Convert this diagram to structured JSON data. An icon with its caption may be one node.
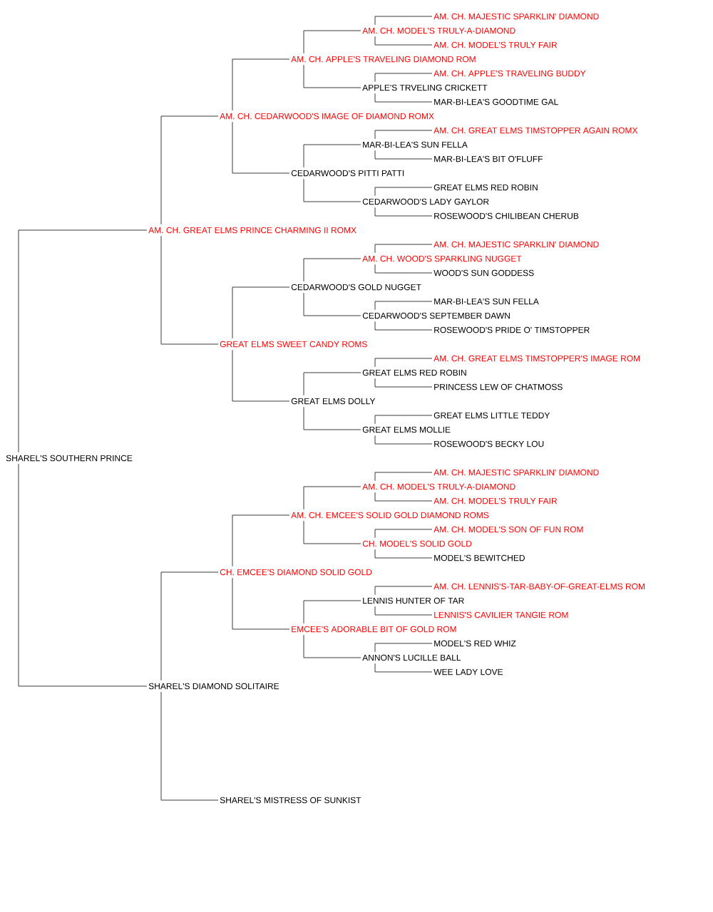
{
  "diagram": {
    "nodes": [
      {
        "text": [
          "AM. CH. MAJESTIC SPARKLIN' DIAMOND"
        ]
      },
      {
        "text": [
          "AM. CH. MODEL'S TRULY-A-DIAMOND"
        ]
      },
      {
        "text": [
          "AM. CH. MODEL'S TRULY FAIR"
        ]
      },
      {
        "text": [
          "AM. CH. APPLE'S TRAVELING DIAMOND ROM"
        ]
      },
      {
        "text": [
          "AM. CH. APPLE'S TRAVELING BUDDY"
        ]
      },
      {
        "text": [
          "APPLE'S TRVELING CRICKETT"
        ]
      },
      {
        "text": [
          "MAR-BI-LEA'S GOODTIME GAL"
        ]
      },
      {
        "text": [
          "AM. CH. CEDARWOOD'S IMAGE OF DIAMOND ROMX"
        ]
      },
      {
        "text": [
          "AM. CH. GREAT ELMS TIMSTOPPER AGAIN ROMX"
        ]
      },
      {
        "text": [
          "MAR-BI-LEA'S SUN FELLA"
        ]
      },
      {
        "text": [
          "MAR-BI-LEA'S BIT O'FLUFF"
        ]
      },
      {
        "text": [
          "CEDARWOOD'S PITTI PATTI"
        ]
      },
      {
        "text": [
          "GREAT ELMS RED ROBIN"
        ]
      },
      {
        "text": [
          "CEDARWOOD'S LADY GAYLOR"
        ]
      },
      {
        "text": [
          "ROSEWOOD'S CHILIBEAN CHERUB"
        ]
      },
      {
        "text": [
          "AM. CH. GREAT ELMS PRINCE CHARMING II ROMX"
        ]
      },
      {
        "text": [
          "AM. CH. MAJESTIC SPARKLIN' DIAMOND"
        ]
      },
      {
        "text": [
          "AM. CH. WOOD'S SPARKLING NUGGET"
        ]
      },
      {
        "text": [
          "WOOD'S SUN GODDESS"
        ]
      },
      {
        "text": [
          "CEDARWOOD'S GOLD NUGGET"
        ]
      },
      {
        "text": [
          "MAR-BI-LEA'S SUN FELLA"
        ]
      },
      {
        "text": [
          "CEDARWOOD'S SEPTEMBER DAWN"
        ]
      },
      {
        "text": [
          "ROSEWOOD'S PRIDE O' TIMSTOPPER"
        ]
      },
      {
        "text": [
          "GREAT ELMS SWEET CANDY ROMS"
        ]
      },
      {
        "text": [
          "AM. CH. GREAT ELMS TIMSTOPPER'S IMAGE ROM"
        ]
      },
      {
        "text": [
          "GREAT ELMS RED ROBIN"
        ]
      },
      {
        "text": [
          "PRINCESS LEW OF CHATMOSS"
        ]
      },
      {
        "text": [
          "GREAT ELMS DOLLY"
        ]
      },
      {
        "text": [
          "GREAT ELMS LITTLE TEDDY"
        ]
      },
      {
        "text": [
          "GREAT ELMS MOLLIE"
        ]
      },
      {
        "text": [
          "ROSEWOOD'S BECKY LOU"
        ]
      },
      {
        "text": [
          "SHAREL'S SOUTHERN PRINCE"
        ]
      },
      {
        "text": [
          "AM. CH. MAJESTIC SPARKLIN' DIAMOND"
        ]
      },
      {
        "text": [
          "AM. CH. MODEL'S TRULY-A-DIAMOND"
        ]
      },
      {
        "text": [
          "AM. CH. MODEL'S TRULY FAIR"
        ]
      },
      {
        "text": [
          "AM. CH. EMCEE'S SOLID GOLD DIAMOND ROMS"
        ]
      },
      {
        "text": [
          "AM. CH. MODEL'S SON OF FUN ROM"
        ]
      },
      {
        "text": [
          "CH. MODEL'S SOLID GOLD"
        ]
      },
      {
        "text": [
          "MODEL'S BEWITCHED"
        ]
      },
      {
        "text": [
          "CH. EMCEE'S DIAMOND SOLID GOLD"
        ]
      },
      {
        "text": [
          "AM. CH. LENNIS'S-TAR-BABY-OF-GREAT-ELMS ROM"
        ]
      },
      {
        "text": [
          "LENNIS HUNTER OF TAR"
        ]
      },
      {
        "text": [
          "LENNIS'S CAVILIER TANGIE ROM"
        ]
      },
      {
        "text": [
          "EMCEE'S ADORABLE BIT OF GOLD ROM"
        ]
      },
      {
        "text": [
          "MODEL'S RED WHIZ"
        ]
      },
      {
        "text": [
          "ANNON'S LUCILLE BALL"
        ]
      },
      {
        "text": [
          "WEE LADY LOVE"
        ]
      },
      {
        "text": [
          "SHAREL'S DIAMOND SOLITAIRE"
        ]
      },
      {
        "text": [
          "SHAREL'S MISTRESS OF SUNKIST"
        ]
      }
    ],
    "edges": [
      {
        "from": 31,
        "to": 15,
        "arrow": "none"
      },
      {
        "from": 31,
        "to": 47,
        "arrow": "none"
      },
      {
        "from": 15,
        "to": 7,
        "arrow": "none"
      },
      {
        "from": 15,
        "to": 23,
        "arrow": "none"
      },
      {
        "from": 47,
        "to": 39,
        "arrow": "none"
      },
      {
        "from": 47,
        "to": 48,
        "arrow": "none"
      },
      {
        "from": 7,
        "to": 3,
        "arrow": "none"
      },
      {
        "from": 7,
        "to": 11,
        "arrow": "none"
      },
      {
        "from": 23,
        "to": 19,
        "arrow": "none"
      },
      {
        "from": 23,
        "to": 27,
        "arrow": "none"
      },
      {
        "from": 39,
        "to": 35,
        "arrow": "none"
      },
      {
        "from": 39,
        "to": 43,
        "arrow": "none"
      },
      {
        "from": 3,
        "to": 1,
        "arrow": "none"
      },
      {
        "from": 3,
        "to": 5,
        "arrow": "none"
      },
      {
        "from": 11,
        "to": 9,
        "arrow": "none"
      },
      {
        "from": 11,
        "to": 13,
        "arrow": "none"
      },
      {
        "from": 19,
        "to": 17,
        "arrow": "none"
      },
      {
        "from": 19,
        "to": 21,
        "arrow": "none"
      },
      {
        "from": 27,
        "to": 25,
        "arrow": "none"
      },
      {
        "from": 27,
        "to": 29,
        "arrow": "none"
      },
      {
        "from": 35,
        "to": 33,
        "arrow": "none"
      },
      {
        "from": 35,
        "to": 37,
        "arrow": "none"
      },
      {
        "from": 43,
        "to": 41,
        "arrow": "none"
      },
      {
        "from": 43,
        "to": 45,
        "arrow": "none"
      },
      {
        "from": 1,
        "to": 0,
        "arrow": "none"
      },
      {
        "from": 1,
        "to": 2,
        "arrow": "none"
      },
      {
        "from": 5,
        "to": 4,
        "arrow": "none"
      },
      {
        "from": 5,
        "to": 6,
        "arrow": "none"
      },
      {
        "from": 9,
        "to": 8,
        "arrow": "none"
      },
      {
        "from": 9,
        "to": 10,
        "arrow": "none"
      },
      {
        "from": 13,
        "to": 12,
        "arrow": "none"
      },
      {
        "from": 13,
        "to": 14,
        "arrow": "none"
      },
      {
        "from": 17,
        "to": 16,
        "arrow": "none"
      },
      {
        "from": 17,
        "to": 18,
        "arrow": "none"
      },
      {
        "from": 21,
        "to": 20,
        "arrow": "none"
      },
      {
        "from": 21,
        "to": 22,
        "arrow": "none"
      },
      {
        "from": 25,
        "to": 24,
        "arrow": "none"
      },
      {
        "from": 25,
        "to": 26,
        "arrow": "none"
      },
      {
        "from": 29,
        "to": 28,
        "arrow": "none"
      },
      {
        "from": 29,
        "to": 30,
        "arrow": "none"
      },
      {
        "from": 33,
        "to": 32,
        "arrow": "none"
      },
      {
        "from": 33,
        "to": 34,
        "arrow": "none"
      },
      {
        "from": 37,
        "to": 36,
        "arrow": "none"
      },
      {
        "from": 37,
        "to": 38,
        "arrow": "none"
      },
      {
        "from": 41,
        "to": 40,
        "arrow": "none"
      },
      {
        "from": 41,
        "to": 42,
        "arrow": "none"
      },
      {
        "from": 45,
        "to": 44,
        "arrow": "none"
      },
      {
        "from": 45,
        "to": 46,
        "arrow": "none"
      }
    ]
  }
}
